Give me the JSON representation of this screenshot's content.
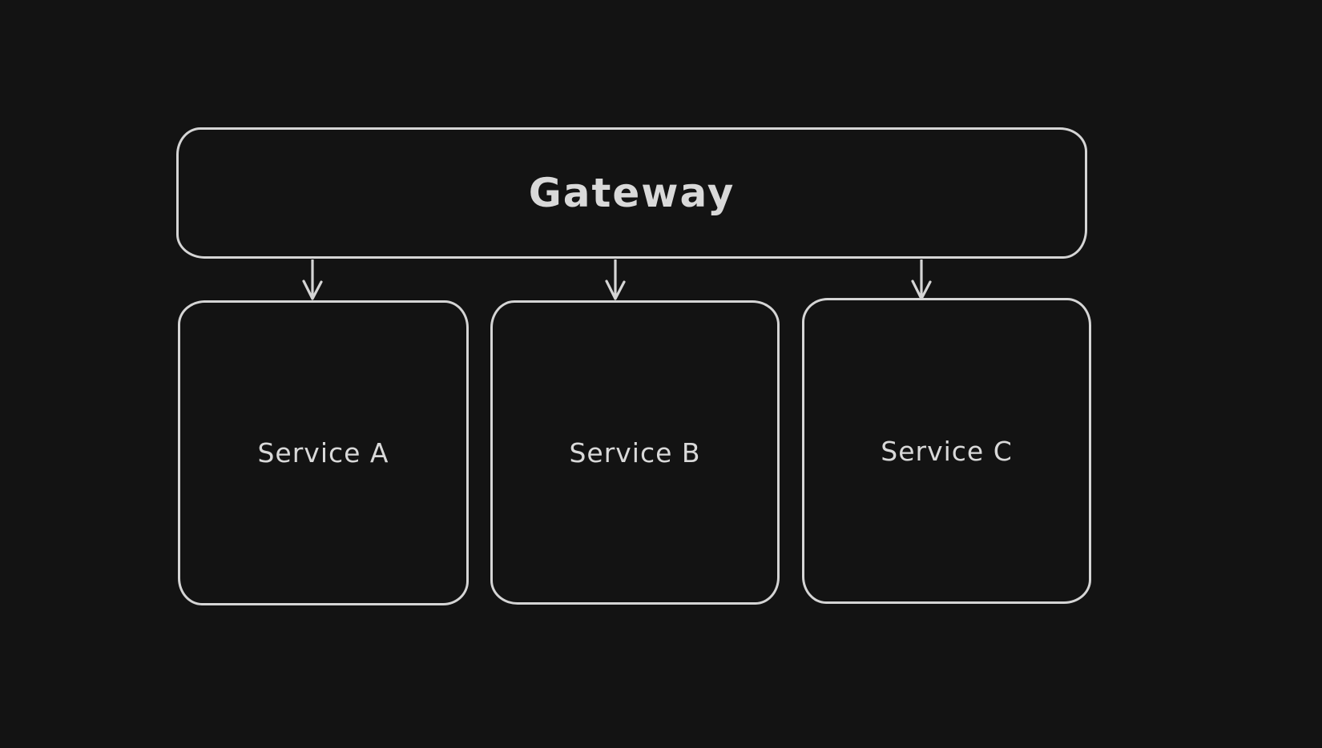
{
  "canvas": {
    "background_color": "#131313",
    "stroke_color": "#d5d5d5",
    "text_color": "#d9d9d9",
    "style": "hand-drawn whiteboard"
  },
  "diagram": {
    "type": "flowchart",
    "gateway": {
      "label": "Gateway"
    },
    "services": [
      {
        "label": "Service A"
      },
      {
        "label": "Service B"
      },
      {
        "label": "Service C"
      }
    ],
    "connectors": [
      {
        "from": "Gateway",
        "to": "Service A",
        "direction": "down"
      },
      {
        "from": "Gateway",
        "to": "Service B",
        "direction": "down"
      },
      {
        "from": "Gateway",
        "to": "Service C",
        "direction": "down"
      }
    ]
  }
}
